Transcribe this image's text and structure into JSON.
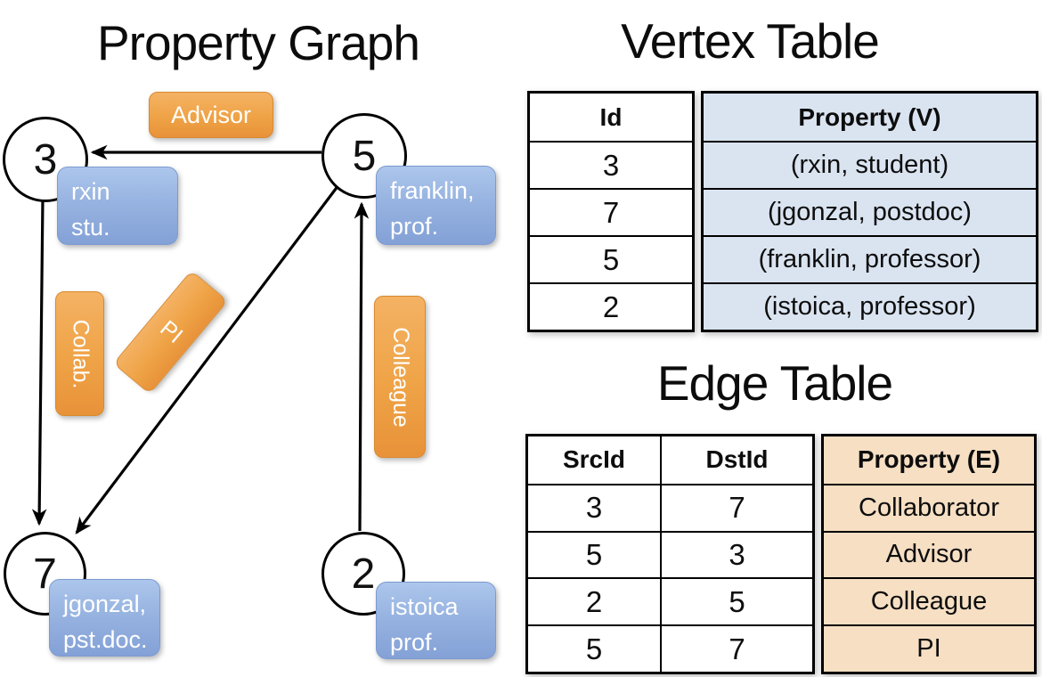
{
  "panel_graph": {
    "title": "Property Graph",
    "nodes": {
      "n3": {
        "id": "3",
        "line1": "rxin",
        "line2": "stu."
      },
      "n5": {
        "id": "5",
        "line1": "franklin,",
        "line2": "prof."
      },
      "n7": {
        "id": "7",
        "line1": "jgonzal,",
        "line2": "pst.doc."
      },
      "n2": {
        "id": "2",
        "line1": "istoica",
        "line2": "prof."
      }
    },
    "edge_labels": {
      "advisor": "Advisor",
      "collab": "Collab.",
      "pi": "PI",
      "colleague": "Colleague"
    }
  },
  "vertex_table": {
    "title": "Vertex Table",
    "headers": {
      "id": "Id",
      "property": "Property (V)"
    },
    "rows": [
      {
        "id": "3",
        "property": "(rxin, student)"
      },
      {
        "id": "7",
        "property": "(jgonzal, postdoc)"
      },
      {
        "id": "5",
        "property": "(franklin, professor)"
      },
      {
        "id": "2",
        "property": "(istoica, professor)"
      }
    ]
  },
  "edge_table": {
    "title": "Edge Table",
    "headers": {
      "src": "SrcId",
      "dst": "DstId",
      "property": "Property (E)"
    },
    "rows": [
      {
        "src": "3",
        "dst": "7",
        "property": "Collaborator"
      },
      {
        "src": "5",
        "dst": "3",
        "property": "Advisor"
      },
      {
        "src": "2",
        "dst": "5",
        "property": "Colleague"
      },
      {
        "src": "5",
        "dst": "7",
        "property": "PI"
      }
    ]
  },
  "colors": {
    "edge_label_fill": "#eea044",
    "edge_label_border": "#d8892f",
    "vertex_label_fill": "#97b3e0",
    "vertex_label_border": "#7d9ad0",
    "vertex_property_cell_bg": "#dae4f1",
    "edge_property_cell_bg": "#f6dfc3",
    "line_color": "#000000"
  }
}
